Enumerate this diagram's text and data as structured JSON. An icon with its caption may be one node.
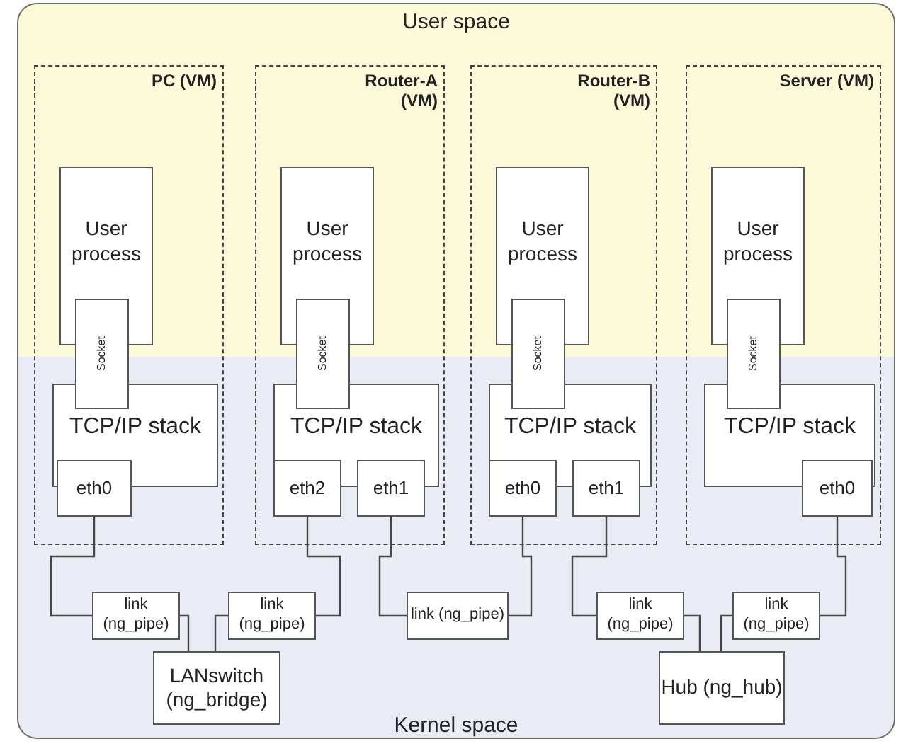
{
  "diagram": {
    "nodes": [
      {
        "text": [
          "User space"
        ]
      },
      {
        "text": [
          "Kernel space"
        ]
      },
      {
        "text": [
          "PC (VM)"
        ]
      },
      {
        "text": [
          "User process"
        ]
      },
      {
        "text": [
          "Socket"
        ],
        "in": 2
      },
      {
        "text": [
          "TCP/IP stack"
        ]
      },
      {
        "text": [
          "eth0"
        ]
      },
      {
        "text": [
          "Router-A (VM)"
        ]
      },
      {
        "text": [
          "User process"
        ]
      },
      {
        "text": [
          "Socket"
        ],
        "in": 7
      },
      {
        "text": [
          "TCP/IP stack"
        ]
      },
      {
        "text": [
          "eth2"
        ]
      },
      {
        "text": [
          "eth1"
        ]
      },
      {
        "text": [
          "Router-B (VM)"
        ]
      },
      {
        "text": [
          "User process"
        ]
      },
      {
        "text": [
          "Socket"
        ],
        "in": 13
      },
      {
        "text": [
          "TCP/IP stack"
        ]
      },
      {
        "text": [
          "eth0"
        ]
      },
      {
        "text": [
          "eth1"
        ]
      },
      {
        "text": [
          "Server (VM)"
        ]
      },
      {
        "text": [
          "User process"
        ]
      },
      {
        "text": [
          "Socket"
        ],
        "in": 19
      },
      {
        "text": [
          "TCP/IP stack"
        ]
      },
      {
        "text": [
          "eth0"
        ]
      },
      {
        "text": [
          "link (ng_pipe)"
        ],
        "in": 1
      },
      {
        "text": [
          "link (ng_pipe)"
        ],
        "in": 1
      },
      {
        "text": [
          "link (ng_pipe)"
        ],
        "in": 1
      },
      {
        "text": [
          "link (ng_pipe)"
        ],
        "in": 1
      },
      {
        "text": [
          "link (ng_pipe)"
        ],
        "in": 1
      },
      {
        "text": [
          "LANswitch (ng_bridge)"
        ],
        "in": 1
      },
      {
        "text": [
          "Hub (ng_hub)"
        ],
        "in": 1
      }
    ],
    "edges": [
      {
        "from": 6,
        "to": 24,
        "arrow": "none"
      },
      {
        "from": 24,
        "to": 29,
        "arrow": "none"
      },
      {
        "from": 25,
        "to": 29,
        "arrow": "none"
      },
      {
        "from": 11,
        "to": 25,
        "arrow": "none"
      },
      {
        "from": 12,
        "to": 26,
        "arrow": "none"
      },
      {
        "from": 26,
        "to": 17,
        "arrow": "none"
      },
      {
        "from": 18,
        "to": 27,
        "arrow": "none"
      },
      {
        "from": 27,
        "to": 30,
        "arrow": "none"
      },
      {
        "from": 28,
        "to": 30,
        "arrow": "none"
      },
      {
        "from": 28,
        "to": 23,
        "arrow": "none"
      }
    ]
  }
}
